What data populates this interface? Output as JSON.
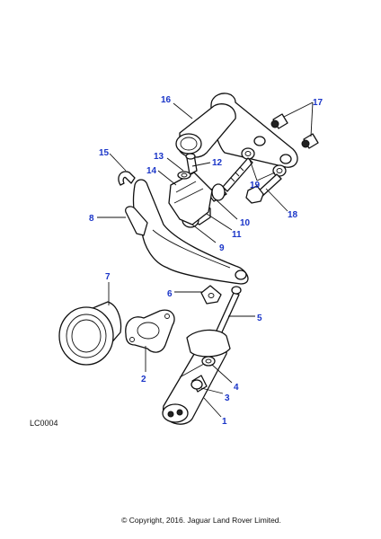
{
  "diagram": {
    "reference_code": "LC0004",
    "copyright": "© Copyright, 2016. Jaguar Land Rover Limited.",
    "accent_color": "#1a35c8",
    "callouts": [
      {
        "id": "c1",
        "label": "1"
      },
      {
        "id": "c2",
        "label": "2"
      },
      {
        "id": "c3",
        "label": "3"
      },
      {
        "id": "c4",
        "label": "4"
      },
      {
        "id": "c5",
        "label": "5"
      },
      {
        "id": "c6",
        "label": "6"
      },
      {
        "id": "c7",
        "label": "7"
      },
      {
        "id": "c8",
        "label": "8"
      },
      {
        "id": "c9",
        "label": "9"
      },
      {
        "id": "c10",
        "label": "10"
      },
      {
        "id": "c11",
        "label": "11"
      },
      {
        "id": "c12",
        "label": "12"
      },
      {
        "id": "c13",
        "label": "13"
      },
      {
        "id": "c14",
        "label": "14"
      },
      {
        "id": "c15",
        "label": "15"
      },
      {
        "id": "c16",
        "label": "16"
      },
      {
        "id": "c17",
        "label": "17"
      },
      {
        "id": "c18",
        "label": "18"
      },
      {
        "id": "c19",
        "label": "19"
      }
    ]
  }
}
